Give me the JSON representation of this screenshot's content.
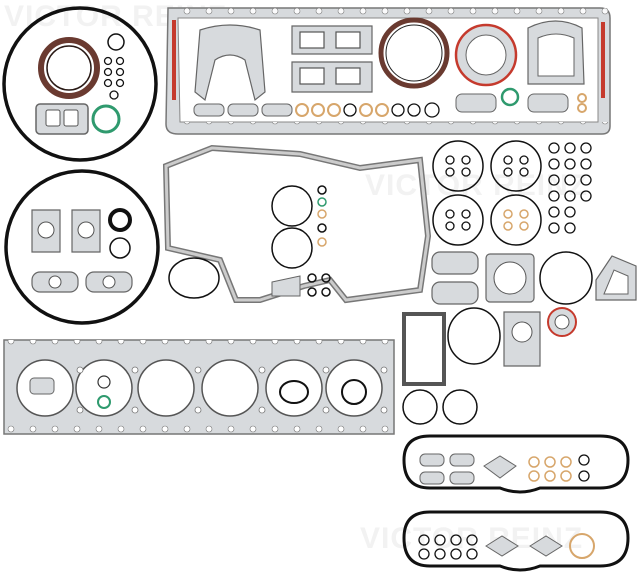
{
  "watermark": {
    "text": "VICTOR REINZ",
    "color": "#f0f0f0"
  },
  "palette": {
    "gasket_metal": "#d7dadd",
    "gasket_edge": "#777777",
    "bolt_hole": "#ffffff",
    "seal_red": "#c53a2d",
    "oring_black": "#111111",
    "seal_dark": "#6a3a30",
    "copper_ring": "#d7a66b",
    "green_ring": "#2f9a6e",
    "background": "#ffffff"
  },
  "parts": [
    "oil-pan-gasket",
    "timing-cover-gasket",
    "cylinder-head-gasket",
    "crankshaft-seals",
    "o-rings",
    "manifold-gaskets",
    "valve-cover-gaskets",
    "washers"
  ]
}
